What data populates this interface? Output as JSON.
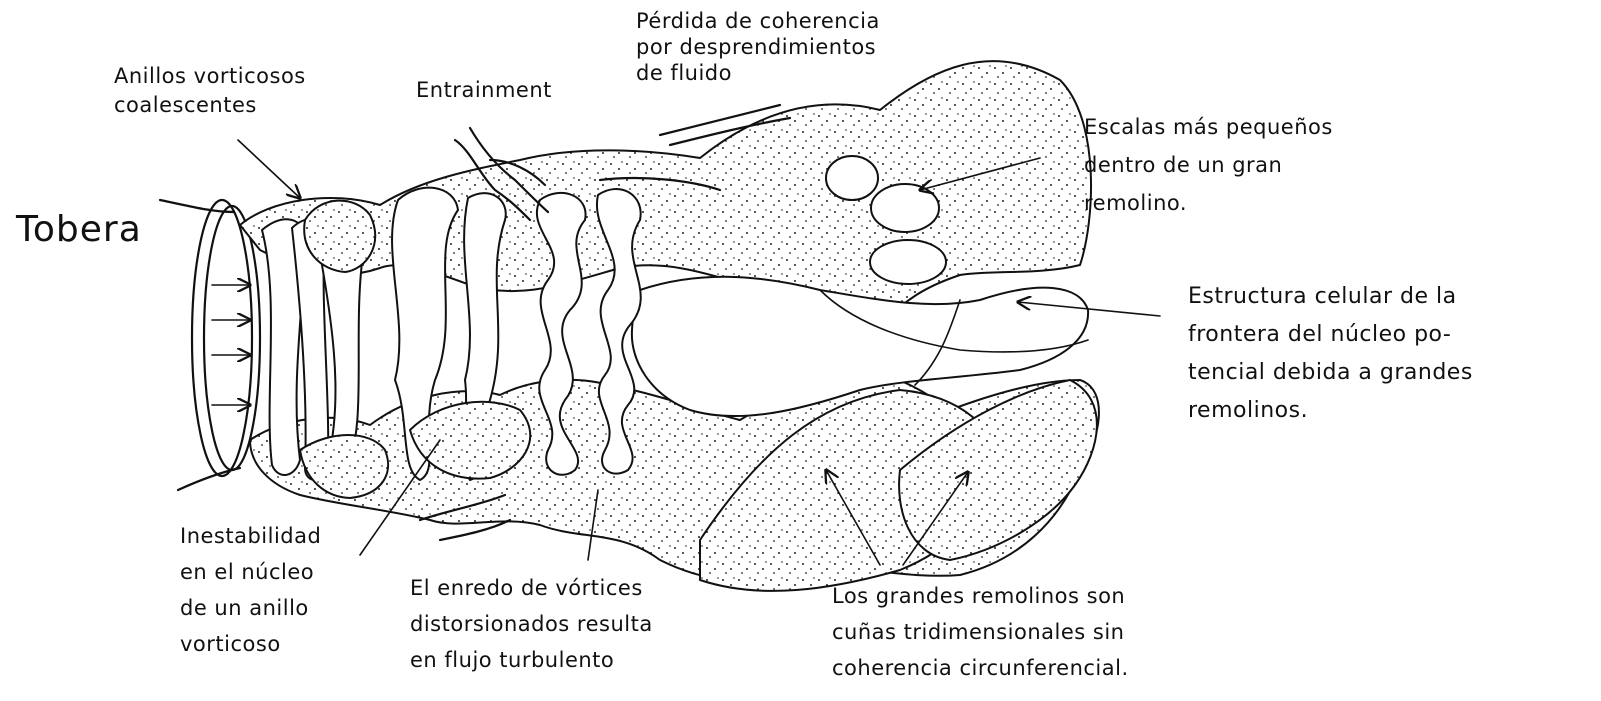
{
  "labels": {
    "tobera": "Tobera",
    "anillos": [
      "Anillos vorticosos",
      "coalescentes"
    ],
    "entrainment": "Entrainment",
    "perdida": [
      "Pérdida de coherencia",
      "por desprendimientos",
      "de fluido"
    ],
    "escalas": [
      "Escalas más pequeños",
      "dentro de un gran",
      "remolino."
    ],
    "estructura": [
      "Estructura celular de la",
      "frontera del núcleo po-",
      "tencial debida a grandes",
      "remolinos."
    ],
    "inestabilidad": [
      "Inestabilidad",
      "en el núcleo",
      "de un anillo",
      "vorticoso"
    ],
    "enredo": [
      "El enredo de vórtices",
      "distorsionados resulta",
      "en flujo turbulento"
    ],
    "grandes": [
      "Los grandes remolinos son",
      "cuñas tridimensionales sin",
      "coherencia circunferencial."
    ]
  }
}
